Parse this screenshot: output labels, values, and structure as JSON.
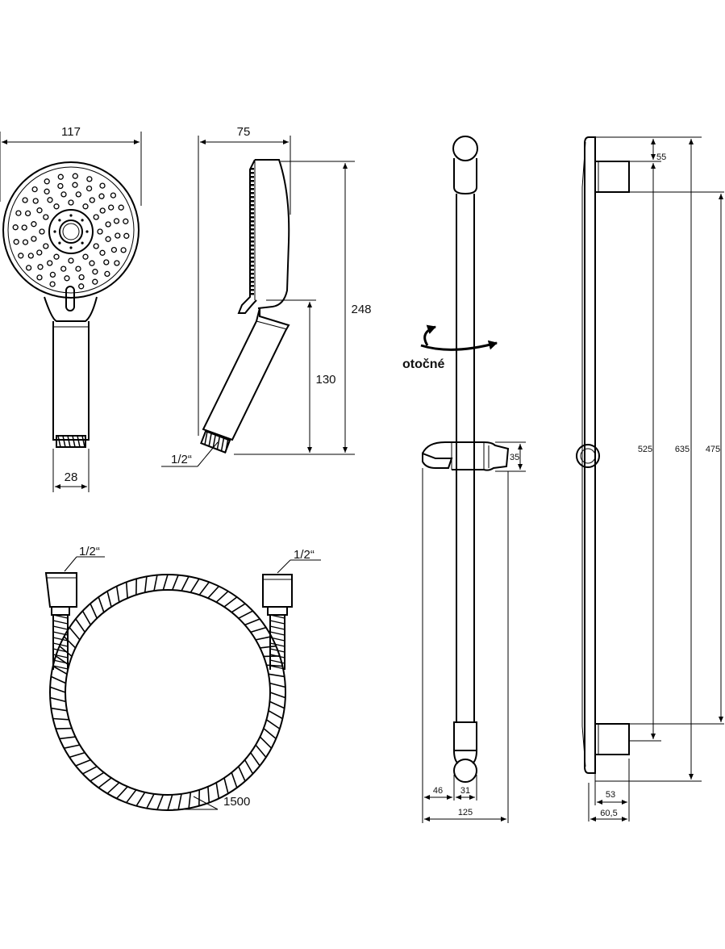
{
  "colors": {
    "line": "#000000",
    "background": "#ffffff"
  },
  "labels": {
    "head_width": "117",
    "side_width": "75",
    "total_height": "248",
    "handle_height": "130",
    "thread_side": "1/2“",
    "handle_diameter": "28",
    "rotation": "otočné",
    "hose_thread_left": "1/2“",
    "hose_thread_right": "1/2“",
    "hose_length": "1500",
    "holder_height": "35",
    "offset_46": "46",
    "offset_31": "31",
    "depth_125": "125",
    "rail_525": "525",
    "rail_635": "635",
    "rail_475": "475",
    "bracket_55": "55",
    "wall_53": "53",
    "wall_60_5": "60,5"
  }
}
